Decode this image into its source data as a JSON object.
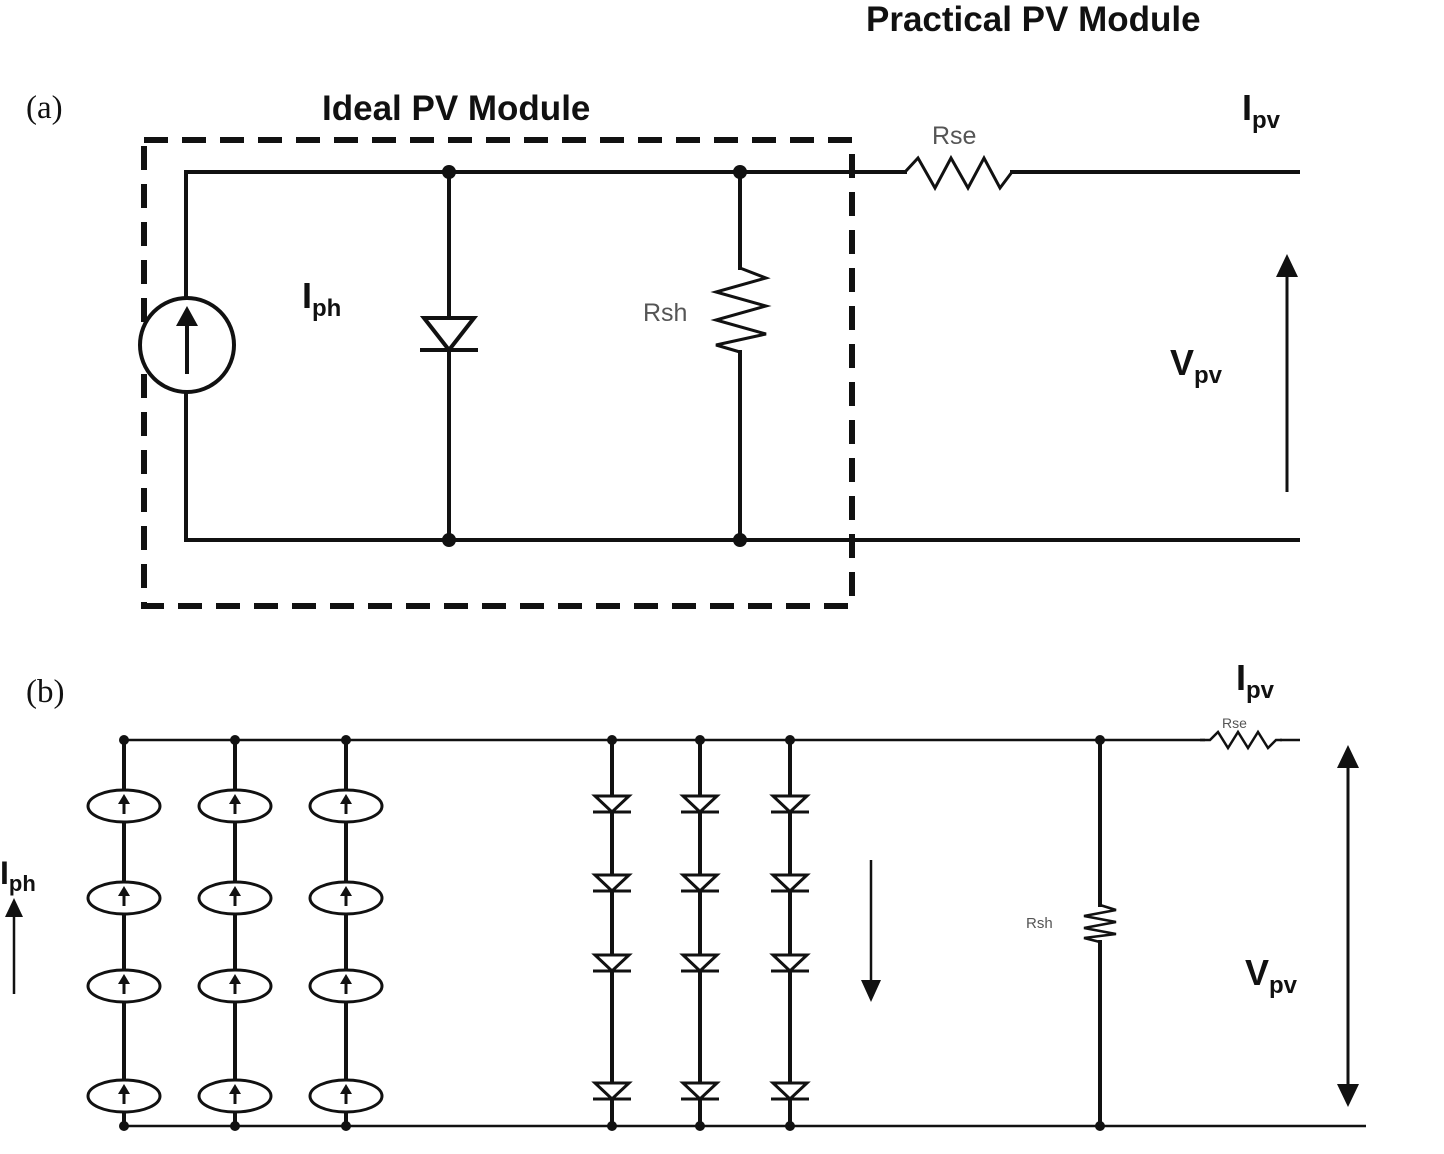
{
  "title_practical": "Practical PV Module",
  "panel_a": {
    "label": "(a)",
    "title_ideal": "Ideal PV Module",
    "iph": {
      "main": "I",
      "sub": "ph"
    },
    "rse": "Rse",
    "rsh": "Rsh",
    "ipv": {
      "main": "I",
      "sub": "pv"
    },
    "vpv": {
      "main": "V",
      "sub": "pv"
    }
  },
  "panel_b": {
    "label": "(b)",
    "iph": {
      "main": "I",
      "sub": "ph"
    },
    "rse": "Rse",
    "rsh": "Rsh",
    "ipv": {
      "main": "I",
      "sub": "pv"
    },
    "vpv": {
      "main": "V",
      "sub": "pv"
    },
    "source_columns": 3,
    "sources_per_column": 4,
    "diode_columns": 3,
    "diodes_per_column": 4
  }
}
